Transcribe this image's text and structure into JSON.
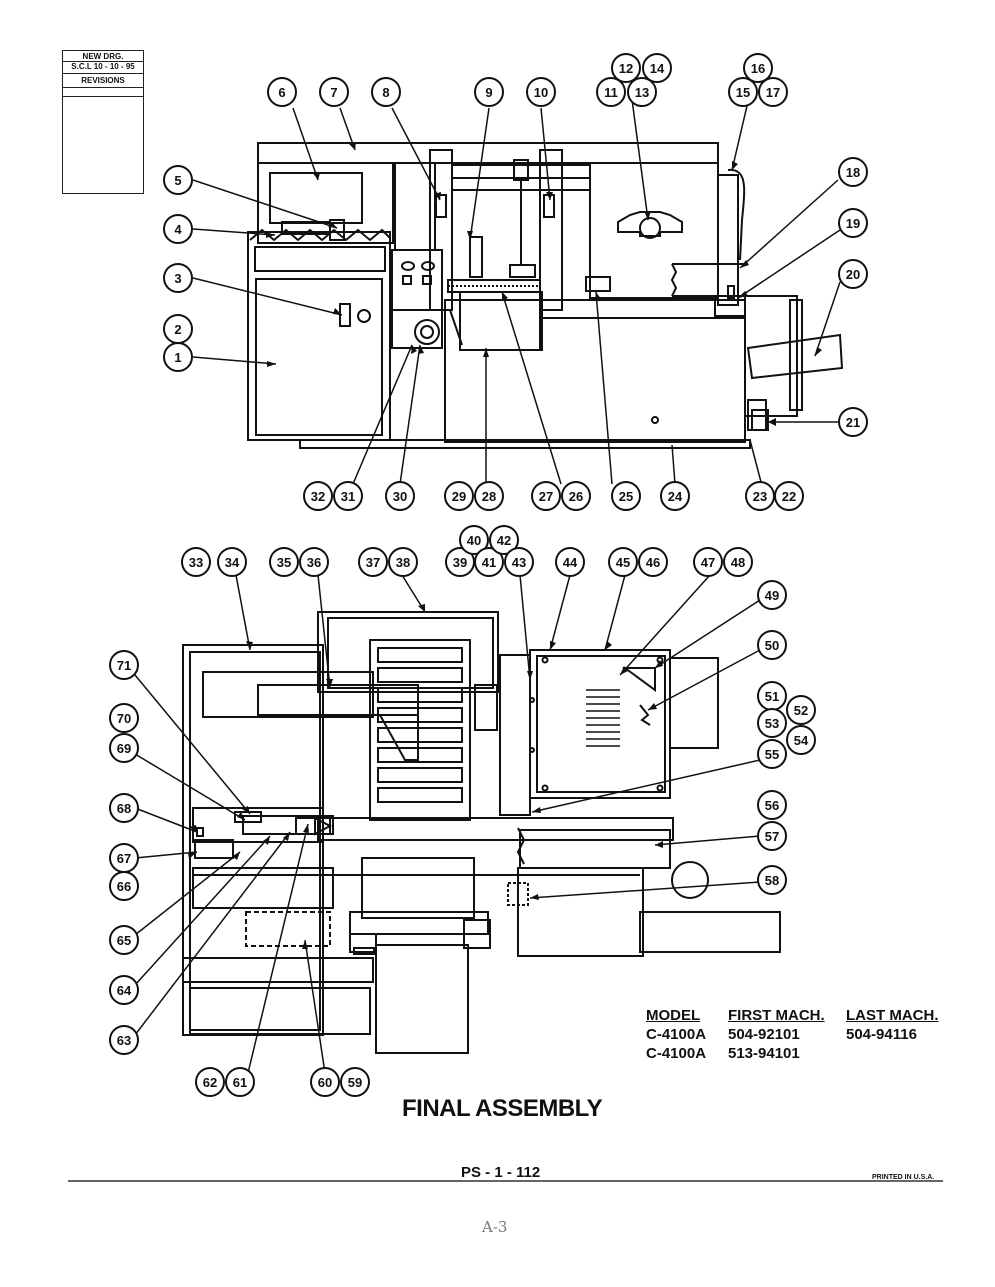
{
  "revision_block": {
    "line1": "NEW DRG.",
    "line2": "S.C.L 10 - 10 - 95",
    "label": "REVISIONS"
  },
  "title": "FINAL ASSEMBLY",
  "page_number": "PS - 1 - 112",
  "printed": "PRINTED IN U.S.A.",
  "handwritten_page": "A-3",
  "model_table": {
    "headers": [
      "MODEL",
      "FIRST MACH.",
      "LAST MACH."
    ],
    "rows": [
      [
        "C-4100A",
        "504-92101",
        "504-94116"
      ],
      [
        "C-4100A",
        "513-94101",
        ""
      ]
    ]
  },
  "callouts": [
    "1",
    "2",
    "3",
    "4",
    "5",
    "6",
    "7",
    "8",
    "9",
    "10",
    "11",
    "12",
    "13",
    "14",
    "15",
    "16",
    "17",
    "18",
    "19",
    "20",
    "21",
    "22",
    "23",
    "24",
    "25",
    "26",
    "27",
    "28",
    "29",
    "30",
    "31",
    "32",
    "33",
    "34",
    "35",
    "36",
    "37",
    "38",
    "39",
    "40",
    "41",
    "42",
    "43",
    "44",
    "45",
    "46",
    "47",
    "48",
    "49",
    "50",
    "51",
    "52",
    "53",
    "54",
    "55",
    "56",
    "57",
    "58",
    "59",
    "60",
    "61",
    "62",
    "63",
    "64",
    "65",
    "66",
    "67",
    "68",
    "69",
    "70",
    "71"
  ]
}
